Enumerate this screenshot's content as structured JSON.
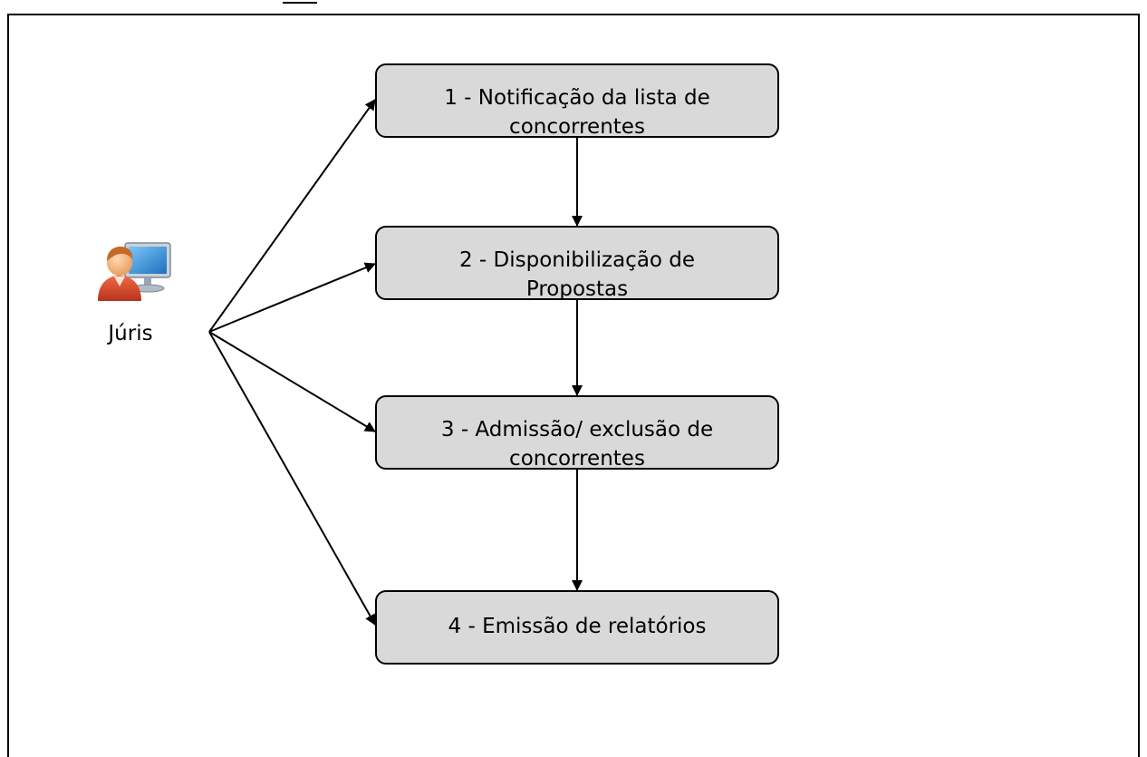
{
  "diagram": {
    "actor": {
      "label": "Júris",
      "icon": "user-at-computer-icon"
    },
    "steps": [
      {
        "label": "1 - Notificação da lista de concorrentes"
      },
      {
        "label": "2 - Disponibilização de Propostas"
      },
      {
        "label": "3 - Admissão/ exclusão de concorrentes"
      },
      {
        "label": "4 - Emissão de relatórios"
      }
    ],
    "colors": {
      "box_fill": "#d9d9d9",
      "stroke": "#000000",
      "avatar_skin": "#f3b27a",
      "avatar_shirt": "#d9472b",
      "monitor_screen": "#3a8fd8"
    }
  }
}
